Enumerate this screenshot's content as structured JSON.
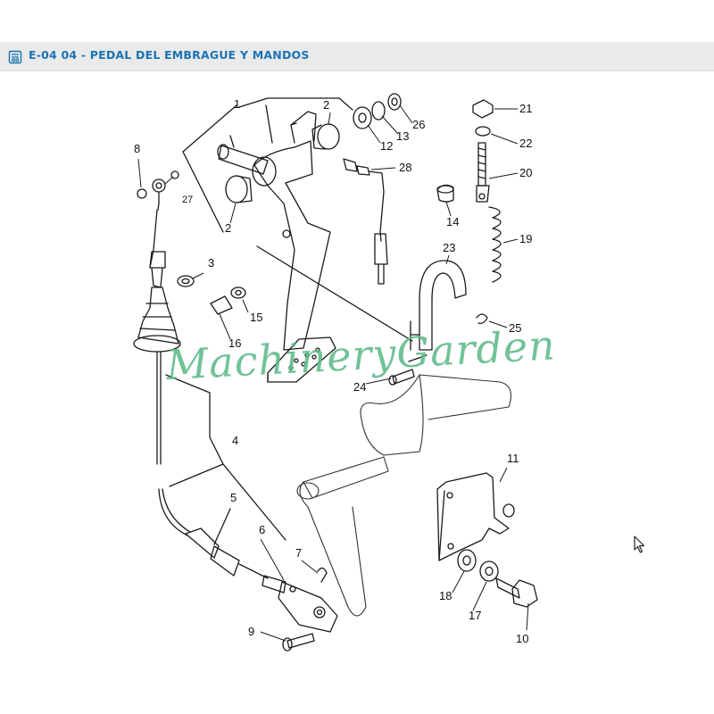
{
  "header": {
    "icon": "document-list-icon",
    "title": "E-04 04 - PEDAL DEL EMBRAGUE Y MANDOS"
  },
  "diagram": {
    "watermark": "MachineryGarden",
    "callouts": {
      "p1": "1",
      "p2a": "2",
      "p2b": "2",
      "p3": "3",
      "p4": "4",
      "p5": "5",
      "p6": "6",
      "p7": "7",
      "p8": "8",
      "p9": "9",
      "p10": "10",
      "p11": "11",
      "p12": "12",
      "p13": "13",
      "p14": "14",
      "p15": "15",
      "p16": "16",
      "p17": "17",
      "p18": "18",
      "p19": "19",
      "p20": "20",
      "p21": "21",
      "p22": "22",
      "p23": "23",
      "p24": "24",
      "p25": "25",
      "p26": "26",
      "p27": "27",
      "p28": "28"
    }
  },
  "colors": {
    "title": "#1b73b5",
    "header_bg": "#eaeaea",
    "watermark": "#5fb98a",
    "line": "#1a1a1a"
  }
}
